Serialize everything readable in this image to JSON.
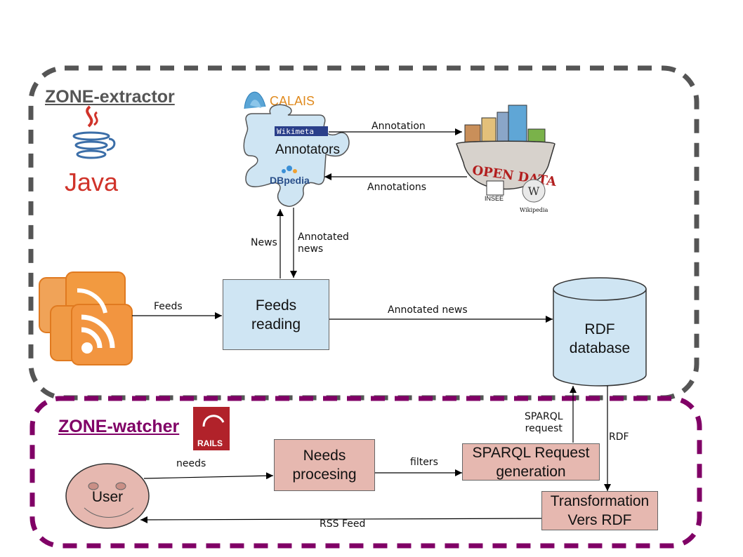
{
  "zones": {
    "extractor": {
      "title": "ZONE-extractor",
      "border_color": "#555555"
    },
    "watcher": {
      "title": "ZONE-watcher",
      "border_color": "#800066"
    }
  },
  "logos": {
    "java": {
      "text": "Java",
      "icon": "java-cup-icon"
    },
    "calais": {
      "text": "CALAIS",
      "icon": "calais-logo"
    },
    "wikimeta": {
      "text": "Wikimeta",
      "icon": "wikimeta-logo"
    },
    "dbpedia": {
      "text": "DBpedia",
      "icon": "dbpedia-logo"
    },
    "rails": {
      "text": "RAILS",
      "icon": "rails-logo"
    },
    "open_data": {
      "text": "OPEN DATA",
      "icon": "open-data-bowl"
    },
    "insee": {
      "text": "INSEE",
      "icon": "insee-logo"
    },
    "wikipedia": {
      "text": "Wikipedia",
      "icon": "wikipedia-globe"
    },
    "rss": {
      "icon": "rss-feed-icon"
    }
  },
  "nodes": {
    "annotators": "Annotators",
    "feeds_reading": [
      "Feeds",
      "reading"
    ],
    "rdf_database": [
      "RDF",
      "database"
    ],
    "needs_processing": [
      "Needs",
      "procesing"
    ],
    "sparql_generation": [
      "SPARQL Request",
      "generation"
    ],
    "transformation": [
      "Transformation",
      "Vers RDF"
    ],
    "user": "User"
  },
  "edges": {
    "annotation": "Annotation",
    "annotations": "Annotations",
    "news": "News",
    "annotated_news_up": [
      "Annotated",
      "news"
    ],
    "feeds": "Feeds",
    "annotated_news": "Annotated news",
    "sparql_request": [
      "SPARQL",
      "request"
    ],
    "rdf": "RDF",
    "needs": "needs",
    "filters": "filters",
    "rss_feed": "RSS Feed"
  },
  "colors": {
    "blue_box": "#cfe5f3",
    "pink_box": "#e6b8b0",
    "extractor_border": "#555555",
    "watcher_border": "#800066"
  }
}
